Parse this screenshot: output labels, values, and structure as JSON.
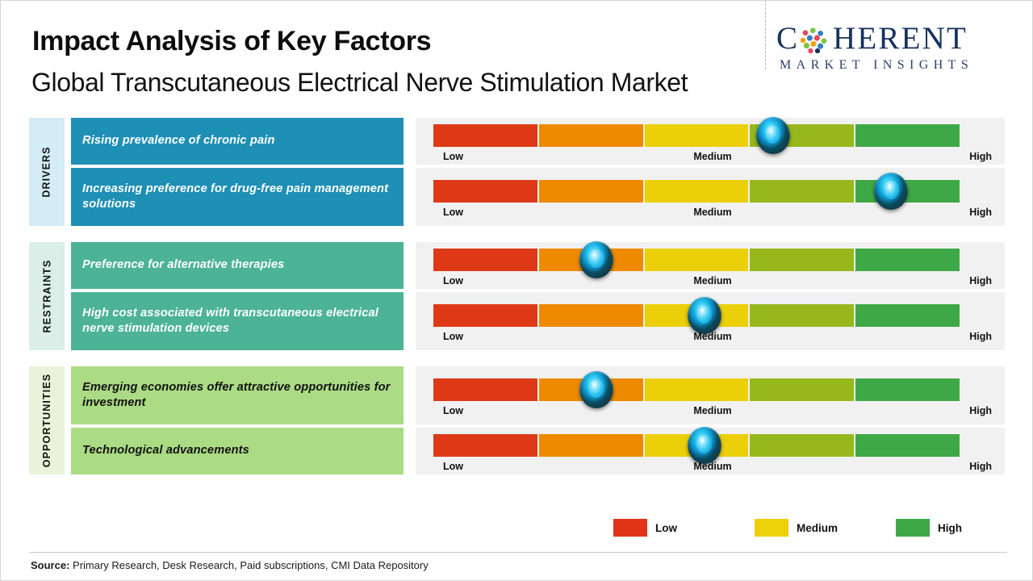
{
  "header": {
    "title": "Impact Analysis of Key Factors",
    "subtitle": "Global Transcutaneous Electrical Nerve Stimulation Market"
  },
  "logo": {
    "letter_c": "C",
    "word_rest": "HERENT",
    "tagline": "MARKET INSIGHTS",
    "sphere_icon": "colorful-dotted-globe-icon",
    "brand_color": "#16315e"
  },
  "categories": [
    {
      "id": "drivers",
      "label": "DRIVERS",
      "label_bg": "#d3ecf6",
      "box_bg": "#1e8fb5",
      "box_text_color": "#ffffff"
    },
    {
      "id": "restraints",
      "label": "RESTRAINTS",
      "label_bg": "#dbeee8",
      "box_bg": "#4cb396",
      "box_text_color": "#ffffff"
    },
    {
      "id": "opportunities",
      "label": "OPPORTUNITIES",
      "label_bg": "#e8f3d9",
      "box_bg": "#abdb84",
      "box_text_color": "#111111"
    }
  ],
  "rows": [
    {
      "category": "drivers",
      "factor": "Rising prevalence of chronic pain",
      "impact": "Medium-High",
      "segment": 4,
      "marker_pct": 64.5
    },
    {
      "category": "drivers",
      "factor": "Increasing preference for drug-free pain management solutions",
      "impact": "High",
      "segment": 5,
      "marker_pct": 87.0
    },
    {
      "category": "restraints",
      "factor": "Preference for alternative therapies",
      "impact": "Low-Medium",
      "segment": 2,
      "marker_pct": 31.0
    },
    {
      "category": "restraints",
      "factor": "High cost associated with transcutaneous electrical nerve stimulation devices",
      "impact": "Medium",
      "segment": 3,
      "marker_pct": 51.5
    },
    {
      "category": "opportunities",
      "factor": "Emerging economies offer attractive opportunities for investment",
      "impact": "Low-Medium",
      "segment": 2,
      "marker_pct": 31.0
    },
    {
      "category": "opportunities",
      "factor": "Technological advancements",
      "impact": "Medium",
      "segment": 3,
      "marker_pct": 51.5
    }
  ],
  "gauge": {
    "segment_colors": [
      "#de3917",
      "#ef8a00",
      "#ebcf09",
      "#96b81c",
      "#3fa846"
    ],
    "panel_bg": "#f1f1f1",
    "ticks": {
      "low": "Low",
      "medium": "Medium",
      "high": "High"
    },
    "marker_icon": "glowing-blue-sphere-marker-icon"
  },
  "legend": {
    "items": [
      {
        "label": "Low",
        "color": "#e03318"
      },
      {
        "label": "Medium",
        "color": "#ecd009"
      },
      {
        "label": "High",
        "color": "#3fa846"
      }
    ]
  },
  "footer": {
    "source_label": "Source:",
    "source_text": " Primary Research, Desk Research, Paid subscriptions, CMI Data Repository"
  }
}
